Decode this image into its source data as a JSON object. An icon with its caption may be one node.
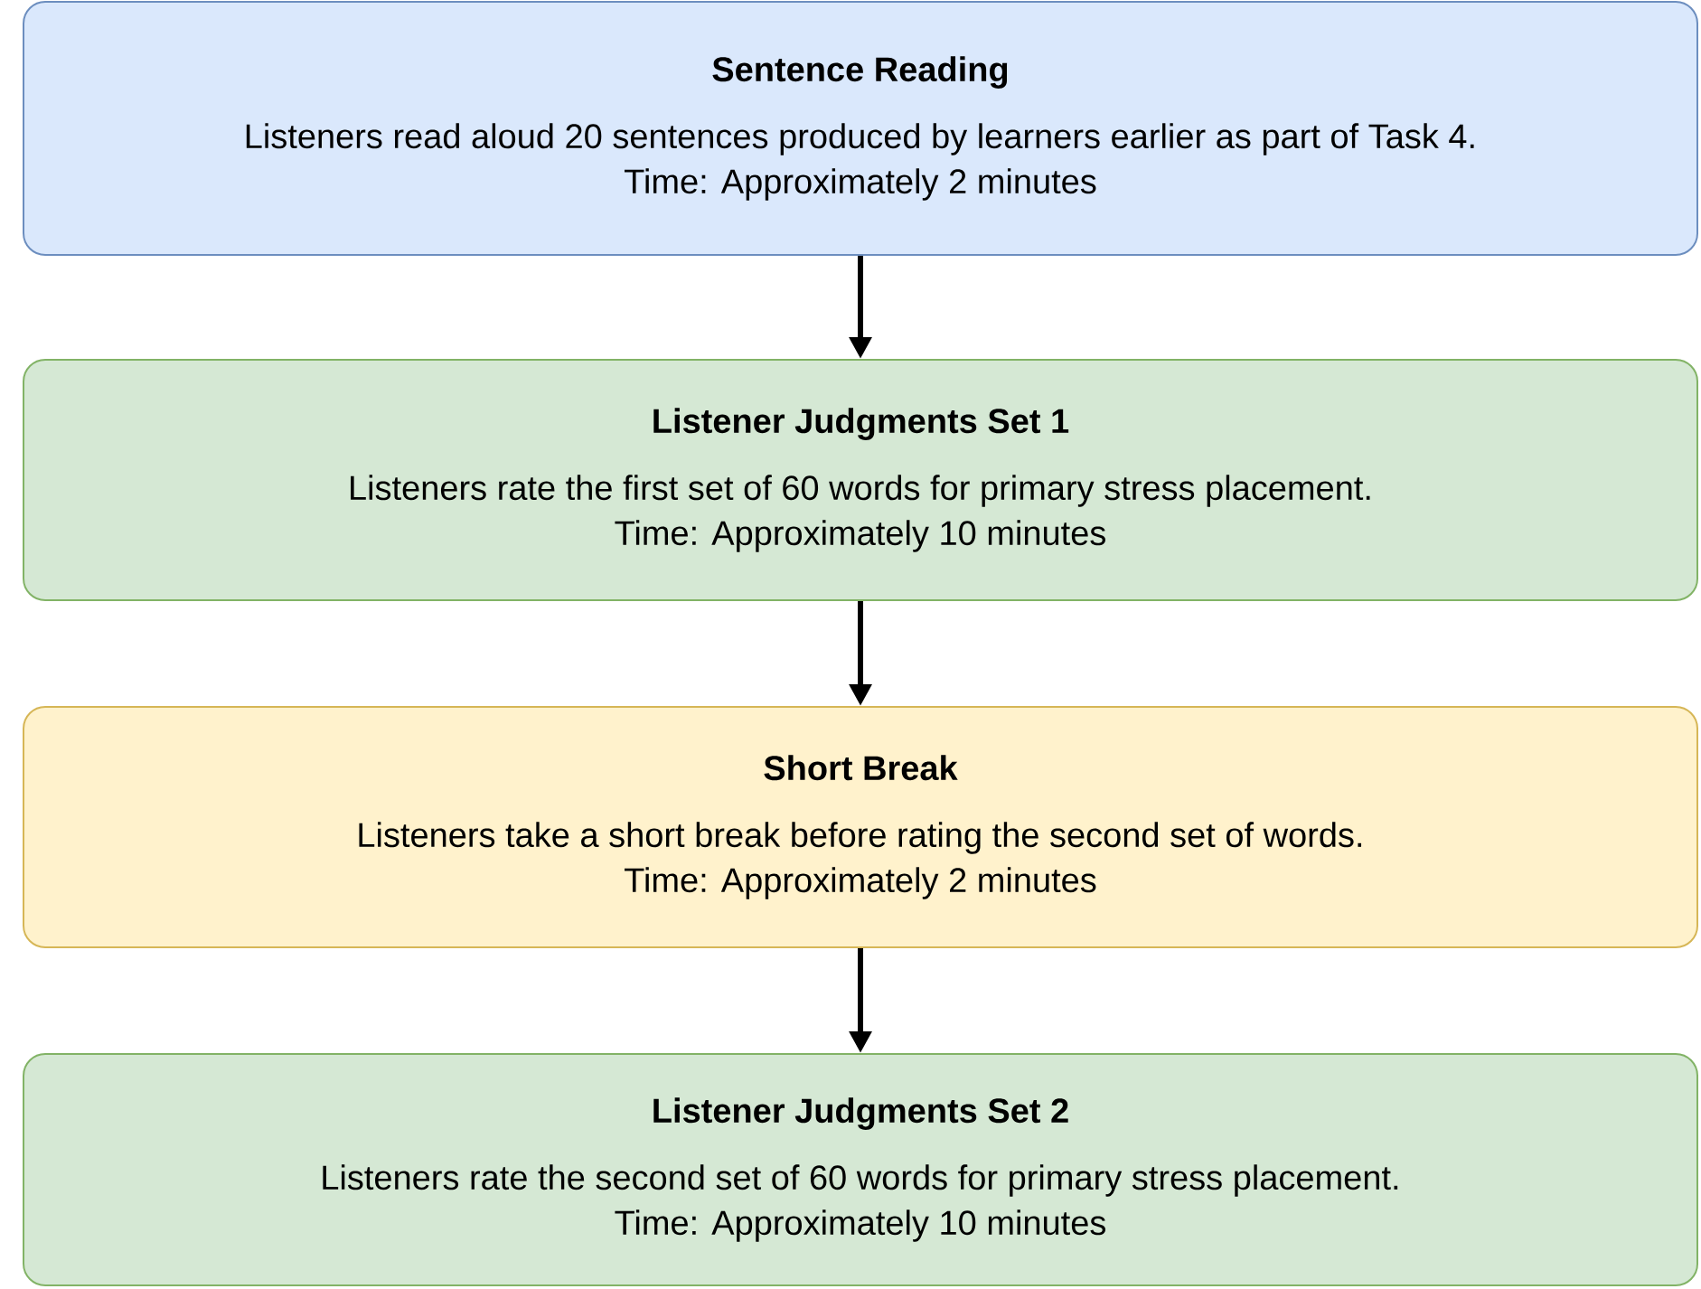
{
  "diagram": {
    "nodes": [
      {
        "text": [
          "Sentence Reading",
          "Listeners read aloud 20 sentences produced by learners earlier as part of Task 4.",
          "Time: Approximately 2 minutes"
        ]
      },
      {
        "text": [
          "Listener Judgments Set 1",
          "Listeners rate the first set of 60 words for primary stress placement.",
          "Time: Approximately 10 minutes"
        ]
      },
      {
        "text": [
          "Short Break",
          "Listeners take a short break before rating the second set of words.",
          "Time: Approximately 2 minutes"
        ]
      },
      {
        "text": [
          "Listener Judgments Set 2",
          "Listeners rate the second set of 60 words for primary stress placement.",
          "Time: Approximately 10 minutes"
        ]
      }
    ],
    "edges": [
      {
        "from": 0,
        "to": 1,
        "arrow": "to"
      },
      {
        "from": 1,
        "to": 2,
        "arrow": "to"
      },
      {
        "from": 2,
        "to": 3,
        "arrow": "to"
      }
    ]
  }
}
